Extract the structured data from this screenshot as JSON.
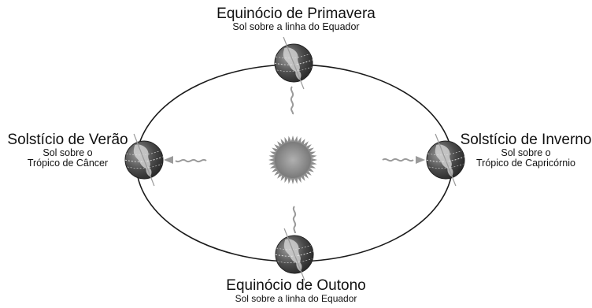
{
  "seasons": {
    "top": {
      "title": "Equinócio de Primavera",
      "subtitle": "Sol sobre a linha do Equador"
    },
    "bottom": {
      "title": "Equinócio de Outono",
      "subtitle": "Sol sobre a linha do Equador"
    },
    "left": {
      "title": "Solstício de Verão",
      "subtitle_1": "Sol sobre o",
      "subtitle_2": "Trópico de Câncer"
    },
    "right": {
      "title": "Solstício de Inverno",
      "subtitle_1": "Sol sobre o",
      "subtitle_2": "Trópico de Capricórnio"
    }
  },
  "colors": {
    "orbit": "#1a1a1a",
    "earth_dark": "#3a3a3a",
    "earth_light": "#9a9a9a",
    "land": "#d8d8d8",
    "sun": "#8e8e8e",
    "ray": "#9a9a9a"
  },
  "icons": {
    "sun": "sun-icon",
    "earth": "earth-globe-icon",
    "ray": "wavy-sunray-icon"
  }
}
